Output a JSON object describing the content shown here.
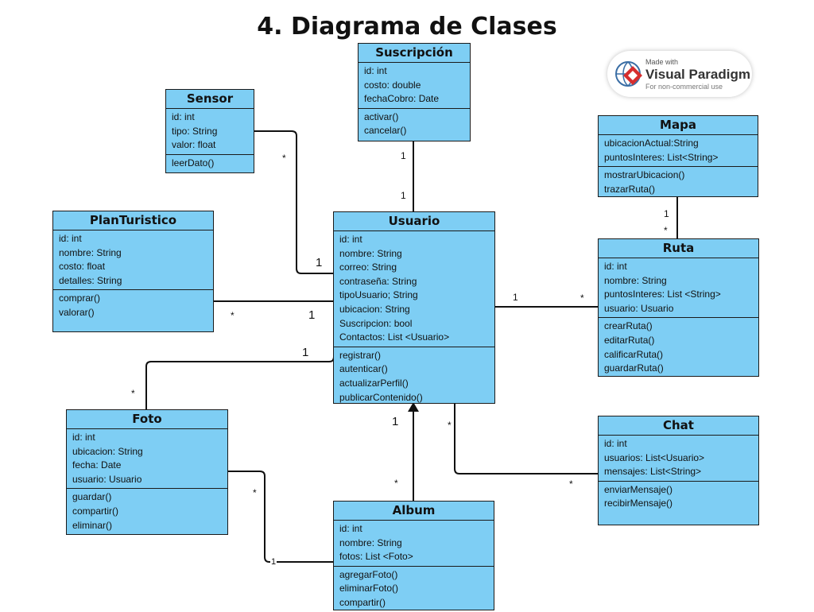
{
  "title": "4. Diagrama de Clases",
  "watermark": {
    "line1": "Made with",
    "brand": "Visual Paradigm",
    "line3": "For non-commercial use"
  },
  "colors": {
    "class_fill": "#7ecef4",
    "border": "#1a1a1a"
  },
  "classes": {
    "suscripcion": {
      "name": "Suscripción",
      "attributes": [
        "id: int",
        "costo: double",
        "fechaCobro: Date"
      ],
      "methods": [
        "activar()",
        "cancelar()"
      ]
    },
    "sensor": {
      "name": "Sensor",
      "attributes": [
        "id: int",
        "tipo: String",
        "valor: float"
      ],
      "methods": [
        "leerDato()"
      ]
    },
    "mapa": {
      "name": "Mapa",
      "attributes": [
        "ubicacionActual:String",
        "puntosInteres: List<String>"
      ],
      "methods": [
        "mostrarUbicacion()",
        "trazarRuta()"
      ]
    },
    "planturistico": {
      "name": "PlanTuristico",
      "attributes": [
        "id: int",
        "nombre: String",
        "costo: float",
        "detalles: String"
      ],
      "methods": [
        "comprar()",
        "valorar()"
      ]
    },
    "usuario": {
      "name": "Usuario",
      "attributes": [
        "id: int",
        "nombre: String",
        "correo: String",
        "contraseña: String",
        "tipoUsuario; String",
        "ubicacion: String",
        "Suscripcion: bool",
        "Contactos: List <Usuario>"
      ],
      "methods": [
        "registrar()",
        "autenticar()",
        "actualizarPerfil()",
        "publicarContenido()"
      ]
    },
    "ruta": {
      "name": "Ruta",
      "attributes": [
        "id: int",
        "nombre: String",
        "puntosInteres: List <String>",
        "usuario: Usuario"
      ],
      "methods": [
        "crearRuta()",
        "editarRuta()",
        "calificarRuta()",
        "guardarRuta()"
      ]
    },
    "foto": {
      "name": "Foto",
      "attributes": [
        "id: int",
        "ubicacion: String",
        "fecha: Date",
        "usuario: Usuario"
      ],
      "methods": [
        "guardar()",
        "compartir()",
        "eliminar()"
      ]
    },
    "chat": {
      "name": "Chat",
      "attributes": [
        "id: int",
        "usuarios: List<Usuario>",
        "mensajes: List<String>"
      ],
      "methods": [
        "enviarMensaje()",
        "recibirMensaje()"
      ]
    },
    "album": {
      "name": "Album",
      "attributes": [
        "id: int",
        "nombre: String",
        "fotos: List <Foto>"
      ],
      "methods": [
        "agregarFoto()",
        "eliminarFoto()",
        "compartir()"
      ]
    }
  },
  "multiplicities": {
    "suscripcion_top": "1",
    "suscripcion_bottom": "1",
    "sensor_side": "*",
    "sensor_usuario": "1",
    "plan_side": "*",
    "plan_usuario": "1",
    "foto_usuario": "1",
    "foto_side": "*",
    "mapa_side": "1",
    "ruta_mapa": "*",
    "usuario_ruta": "1",
    "ruta_side": "*",
    "usuario_album": "1",
    "album_usuario": "*",
    "chat_usuario": "*",
    "chat_side": "*",
    "foto_album": "*",
    "album_foto": "1"
  }
}
